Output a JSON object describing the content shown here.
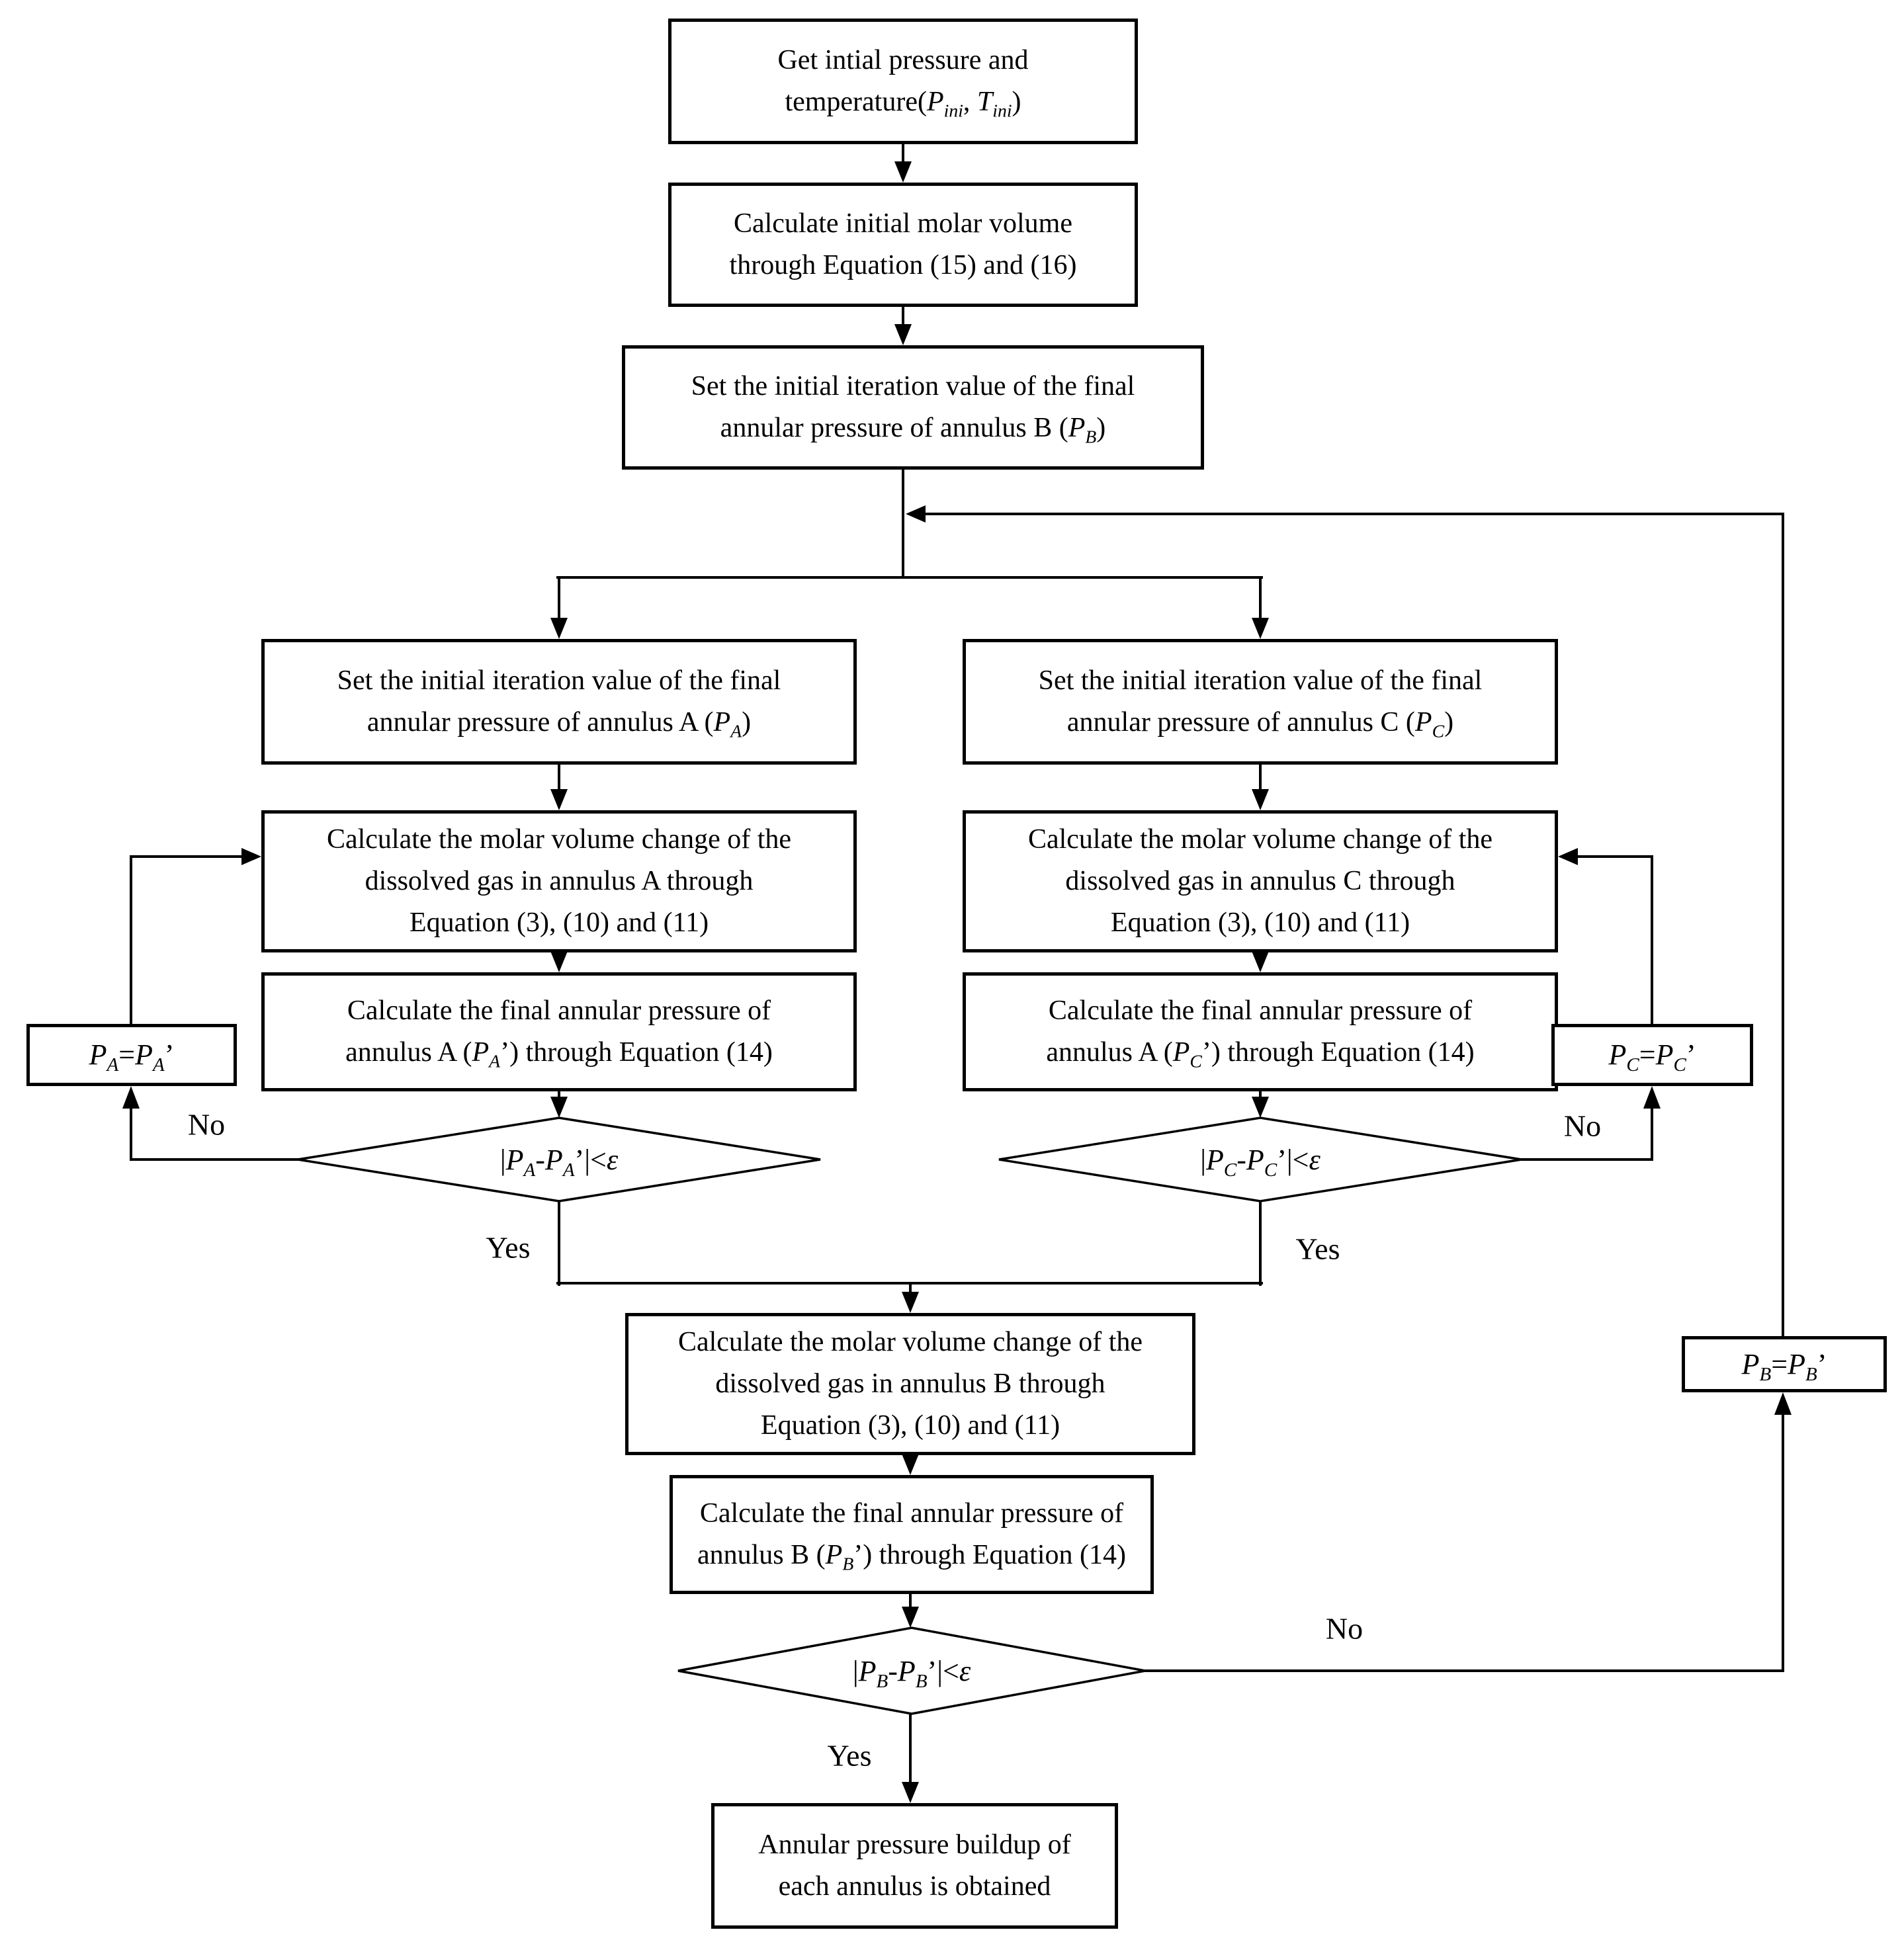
{
  "flowchart": {
    "background": "#ffffff",
    "line_color": "#000000",
    "text_color": "#000000",
    "nodes": {
      "start": {
        "text": "Get intial pressure and\ntemperature({P_ini}, {T_ini})"
      },
      "init_molar": {
        "text": "Calculate initial molar volume\nthrough Equation (15) and (16)"
      },
      "set_pb": {
        "text": "Set the initial iteration value of the final\nannular pressure of annulus B ({P_B})"
      },
      "set_pa": {
        "text": "Set the initial iteration value of the final\nannular pressure of annulus A ({P_A})"
      },
      "set_pc": {
        "text": "Set the initial iteration value of the final\nannular pressure of annulus C ({P_C})"
      },
      "molar_a": {
        "text": "Calculate the molar volume change of the\ndissolved gas in annulus A through\nEquation (3), (10) and (11)"
      },
      "molar_c": {
        "text": "Calculate the molar volume change of the\ndissolved gas in annulus C through\nEquation (3), (10) and (11)"
      },
      "final_a": {
        "text": "Calculate the final annular pressure of\nannulus A ({P_A}’) through Equation (14)"
      },
      "final_c": {
        "text": "Calculate the final annular pressure of\nannulus A ({P_C}’) through Equation (14)"
      },
      "decision_a": {
        "text": "|{P_A}-{P_A}’|<{i:ε}"
      },
      "decision_c": {
        "text": "|{P_C}-{P_C}’|<{i:ε}"
      },
      "assign_pa": {
        "text": "{P_A}={P_A}’"
      },
      "assign_pc": {
        "text": "{P_C}={P_C}’"
      },
      "molar_b": {
        "text": "Calculate the molar volume change of the\ndissolved gas in annulus B through\nEquation (3), (10) and (11)"
      },
      "final_b": {
        "text": "Calculate the final annular pressure of\nannulus B ({P_B}’) through Equation (14)"
      },
      "decision_b": {
        "text": "|{P_B}-{P_B}’|<{i:ε}"
      },
      "assign_pb": {
        "text": "{P_B}={P_B}’"
      },
      "end": {
        "text": "Annular pressure buildup of\neach annulus is obtained"
      }
    },
    "labels": {
      "decision_a_no": "No",
      "decision_a_yes": "Yes",
      "decision_c_no": "No",
      "decision_c_yes": "Yes",
      "decision_b_no": "No",
      "decision_b_yes": "Yes"
    }
  }
}
